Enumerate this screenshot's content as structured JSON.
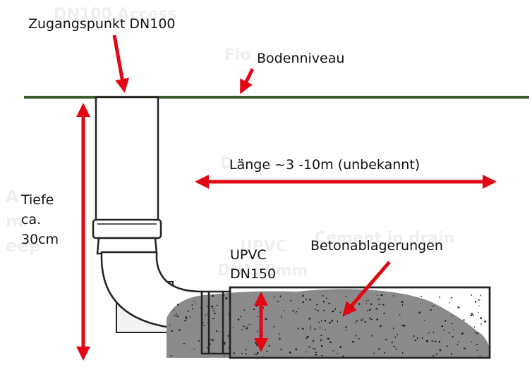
{
  "labels": {
    "access_point": "Zugangspunkt DN100",
    "ground_level": "Bodenniveau",
    "length": "Länge ~3 -10m (unbekannt)",
    "depth_line1": "Tiefe",
    "depth_line2": "ca.",
    "depth_line3": "30cm",
    "pipe_line1": "UPVC",
    "pipe_line2": "DN150",
    "deposits": "Betonablagerungen"
  },
  "colors": {
    "ground_line": "#3d5a2e",
    "arrow": "#e30613",
    "pipe_stroke": "#222222",
    "concrete": "#8a8a8a",
    "ghost_text": "#efefef"
  }
}
